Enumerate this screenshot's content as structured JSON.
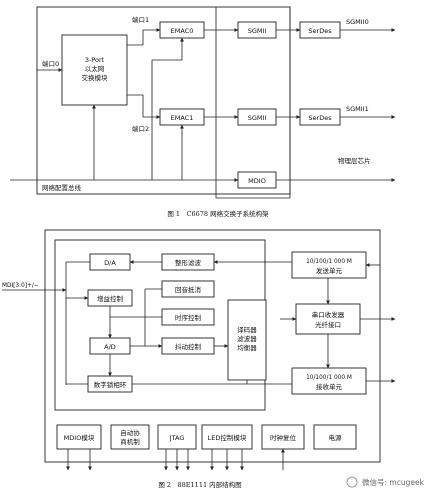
{
  "fig1": {
    "caption": "图 1　C6678 网络交换子系统构架",
    "switch_line1": "3-Port",
    "switch_line2": "以太网",
    "switch_line3": "交换模块",
    "port0": "端口0",
    "port1": "端口1",
    "port2": "端口2",
    "emac0": "EMAC0",
    "emac1": "EMAC1",
    "sgmii_a": "SGMII",
    "sgmii_b": "SGMII",
    "serdes_a": "SerDes",
    "serdes_b": "SerDes",
    "sgmii0_out": "SGMII0",
    "sgmii1_out": "SGMII1",
    "mdio": "MDIO",
    "phy_chip": "物理层芯片",
    "cfg_bus": "网络配置总线"
  },
  "fig2": {
    "caption": "图 2　88E1111 内部结构图",
    "mdi": "MDI[3:0]+/−",
    "da": "D/A",
    "shaping": "整形滤波",
    "echo": "回音抵消",
    "gain": "增益控制",
    "timing": "时序控制",
    "ad": "A/D",
    "jitter": "抖动控制",
    "decoder_l1": "译码器",
    "decoder_l2": "滤波器",
    "decoder_l3": "均衡器",
    "dpll": "数字锁相环",
    "tx_l1": "10/100/1 000 M",
    "tx_l2": "发送单元",
    "serial_l1": "串口收发器",
    "serial_l2": "光纤接口",
    "rx_l1": "10/100/1 000 M",
    "rx_l2": "接收单元",
    "mdio_mod": "MDIO模块",
    "auto_l1": "自动协",
    "auto_l2": "商机制",
    "jtag": "JTAG",
    "led": "LED控制模块",
    "clk_reset": "时钟复位",
    "power": "电源"
  },
  "watermark": "微信号: mcugeek"
}
